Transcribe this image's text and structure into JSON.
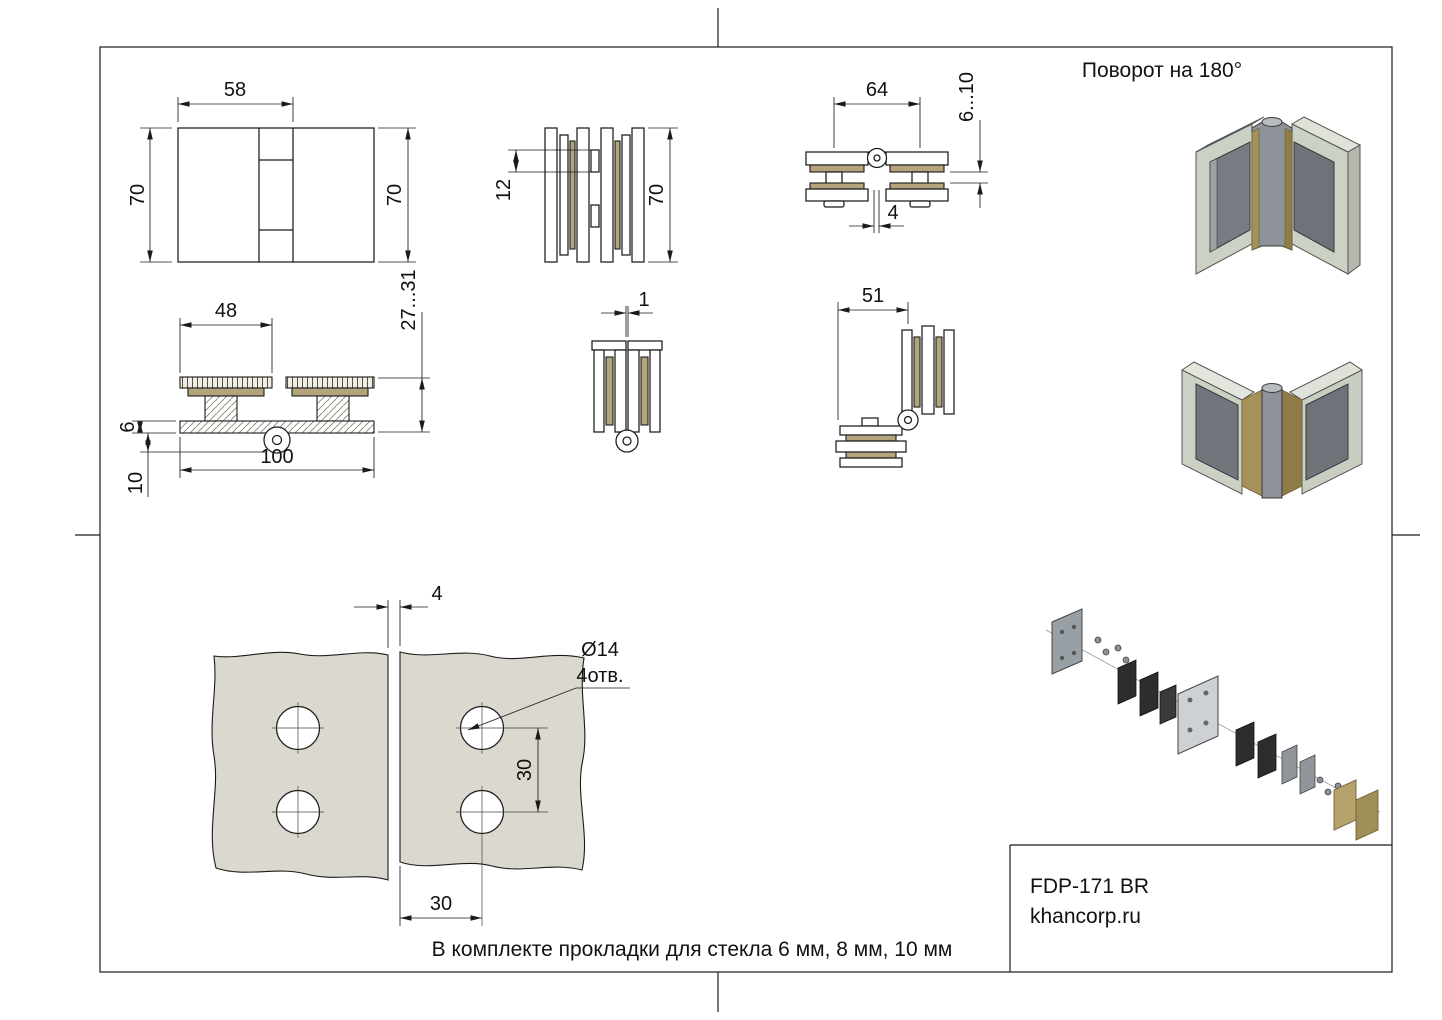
{
  "labels": {
    "rotation": "Поворот на 180°",
    "note": "В комплекте прокладки для стекла 6 мм, 8 мм, 10 мм"
  },
  "title_block": {
    "model": "FDP-171 BR",
    "site": "khancorp.ru"
  },
  "dimensions": {
    "front_width": "58",
    "front_height_left": "70",
    "front_height_right": "70",
    "thickness_range": "27...31",
    "plate_width": "48",
    "total_length": "100",
    "base_thickness": "6",
    "knuckle_offset": "10",
    "screw_offset": "12",
    "side_height": "70",
    "closed_gap": "1",
    "open_span": "64",
    "glass_thickness_range": "6...10",
    "open_glass_gap": "4",
    "corner_span": "51",
    "cut_gap": "4",
    "hole_diameter": "Ø14",
    "hole_count_label": "4отв.",
    "hole_pitch": "30",
    "hole_edge_offset": "30"
  },
  "colors": {
    "gasket": "#b3a47c",
    "glass_cut_fill": "#dbd8cf",
    "metal_dark": "#70767b",
    "glass_3d": "#ccd1c6"
  }
}
